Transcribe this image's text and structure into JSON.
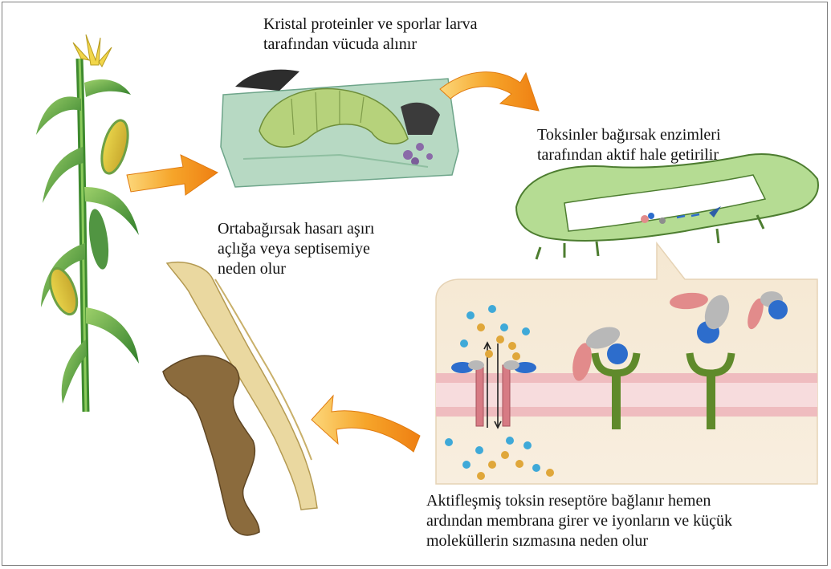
{
  "captions": {
    "step1_line1": "Kristal proteinler ve sporlar larva",
    "step1_line2": "tarafından vücuda alınır",
    "step2_line1": "Toksinler bağırsak enzimleri",
    "step2_line2": "tarafından aktif hale getirilir",
    "step3_line1": "Aktifleşmiş toksin reseptöre bağlanır hemen",
    "step3_line2": "ardından membrana girer ve iyonların ve küçük",
    "step3_line3": "moleküllerin sızmasına neden olur",
    "step4_line1": "Ortabağırsak hasarı aşırı",
    "step4_line2": "açlığa veya septisemiye",
    "step4_line3": "neden olur"
  },
  "colors": {
    "arrow_orange": "#f39a1b",
    "arrow_yellow": "#fbd26a",
    "caterpillar_green": "#a8cf7c",
    "leaf_green": "#4f9e3b",
    "corn_yellow": "#f0d84a",
    "membrane_panel": "#f6ead7",
    "membrane_pink": "#efb9bd",
    "receptor_green": "#5f8a2b",
    "toxin_blue": "#2d6dcc",
    "toxin_pink": "#e28b8b",
    "toxin_gray": "#b8b8b8",
    "ion_cyan": "#3fa9d8",
    "ion_gold": "#e0a73a",
    "gut_brown": "#8b6b3d",
    "gut_tan": "#e3cf8f"
  }
}
